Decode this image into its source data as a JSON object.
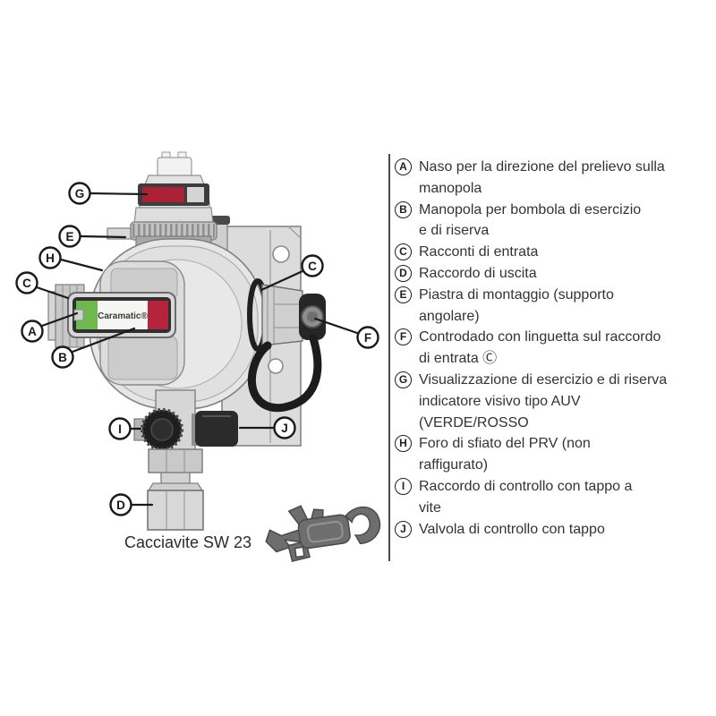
{
  "colors": {
    "green": "#6FB84E",
    "red": "#B5243A",
    "indicator_red": "#AB2136",
    "black_part": "#262626",
    "tool_gray": "#6E6E6E",
    "metal_light": "#E6E6E6",
    "text": "#333333"
  },
  "diagram": {
    "device_label": "Caramatic®",
    "caption": "Cacciavite SW 23",
    "callouts": [
      {
        "letter": "G"
      },
      {
        "letter": "E"
      },
      {
        "letter": "H"
      },
      {
        "letter": "C"
      },
      {
        "letter": "A"
      },
      {
        "letter": "B"
      },
      {
        "letter": "C"
      },
      {
        "letter": "F"
      },
      {
        "letter": "I"
      },
      {
        "letter": "J"
      },
      {
        "letter": "D"
      }
    ]
  },
  "legend": {
    "items": [
      {
        "letter": "A",
        "lines": [
          "Naso per la direzione del prelievo sulla",
          "manopola"
        ]
      },
      {
        "letter": "B",
        "lines": [
          "Manopola per bombola di esercizio",
          "e di riserva"
        ]
      },
      {
        "letter": "C",
        "lines": [
          "Racconti di entrata"
        ]
      },
      {
        "letter": "D",
        "lines": [
          "Raccordo di uscita"
        ]
      },
      {
        "letter": "E",
        "lines": [
          "Piastra di montaggio (supporto",
          "angolare)"
        ]
      },
      {
        "letter": "F",
        "lines": [
          "Controdado con linguetta sul raccordo",
          "di entrata  Ⓒ"
        ]
      },
      {
        "letter": "G",
        "lines": [
          "Visualizzazione di esercizio e di riserva",
          "indicatore visivo tipo AUV",
          "(VERDE/ROSSO"
        ]
      },
      {
        "letter": "H",
        "lines": [
          "Foro di sfiato del PRV (non",
          "raffigurato)"
        ]
      },
      {
        "letter": "I",
        "lines": [
          "Raccordo di controllo con tappo a",
          "vite"
        ]
      },
      {
        "letter": "J",
        "lines": [
          "Valvola di controllo con tappo"
        ]
      }
    ]
  }
}
